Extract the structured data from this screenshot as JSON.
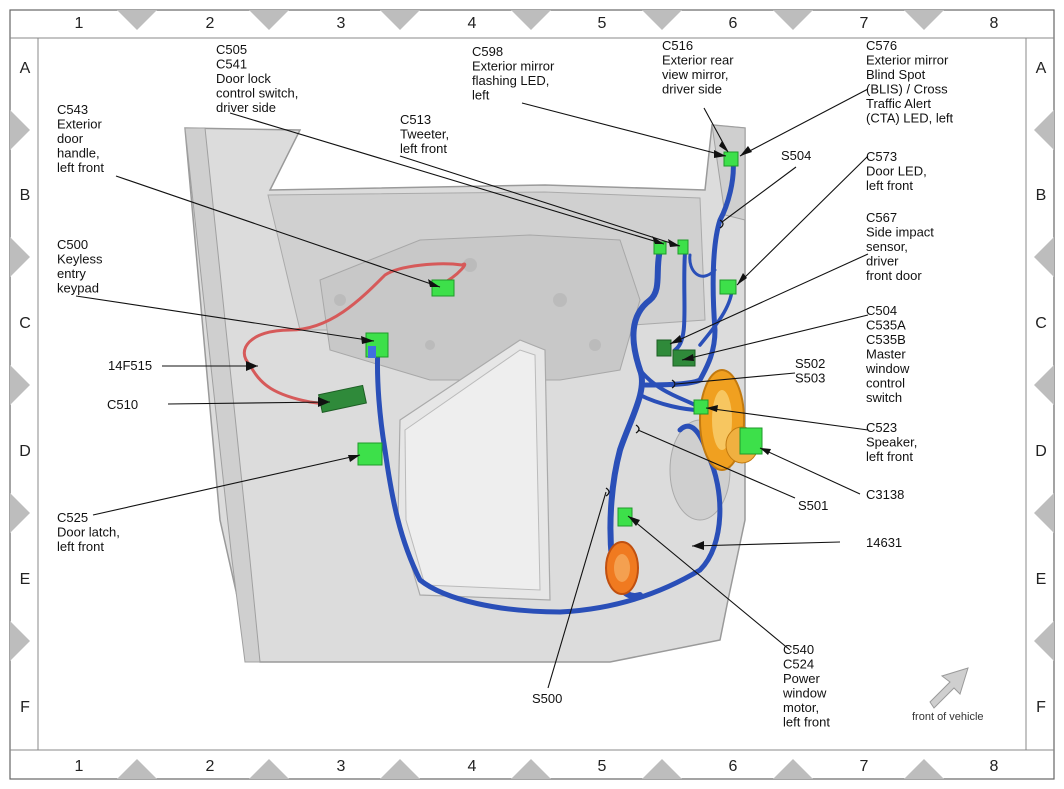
{
  "grid": {
    "columns": [
      "1",
      "2",
      "3",
      "4",
      "5",
      "6",
      "7",
      "8"
    ],
    "rows": [
      "A",
      "B",
      "C",
      "D",
      "E",
      "F"
    ]
  },
  "callouts": {
    "c505": [
      "C505",
      "C541",
      "Door lock",
      "control switch,",
      "driver side"
    ],
    "c543": [
      "C543",
      "Exterior",
      "door",
      "handle,",
      "left front"
    ],
    "c500": [
      "C500",
      "Keyless",
      "entry",
      "keypad"
    ],
    "f14f515": [
      "14F515"
    ],
    "c510": [
      "C510"
    ],
    "c525": [
      "C525",
      "Door latch,",
      "left front"
    ],
    "c513": [
      "C513",
      "Tweeter,",
      "left front"
    ],
    "c598": [
      "C598",
      "Exterior mirror",
      "flashing LED,",
      "left"
    ],
    "c516": [
      "C516",
      "Exterior rear",
      "view mirror,",
      "driver side"
    ],
    "c576": [
      "C576",
      "Exterior mirror",
      "Blind Spot",
      "(BLIS) / Cross",
      "Traffic Alert",
      "(CTA) LED, left"
    ],
    "s504": [
      "S504"
    ],
    "c573": [
      "C573",
      "Door LED,",
      "left front"
    ],
    "c567": [
      "C567",
      "Side impact",
      "sensor,",
      "driver",
      "front door"
    ],
    "c504": [
      "C504",
      "C535A",
      "C535B",
      "Master",
      "window",
      "control",
      "switch"
    ],
    "s502": [
      "S502",
      "S503"
    ],
    "c523": [
      "C523",
      "Speaker,",
      "left front"
    ],
    "c3138": [
      "C3138"
    ],
    "s501": [
      "S501"
    ],
    "h14631": [
      "14631"
    ],
    "s500": [
      "S500"
    ],
    "c540": [
      "C540",
      "C524",
      "Power",
      "window",
      "motor,",
      "left front"
    ]
  },
  "front_of_vehicle": "front of vehicle",
  "colors": {
    "harness_blue": "#2a4fb8",
    "harness_red": "#d65a5a",
    "connector_green": "#3de04a",
    "connector_dark_green": "#2f8a3a",
    "speaker_orange": "#f0a020",
    "door_gray": "#d9d9d9"
  }
}
